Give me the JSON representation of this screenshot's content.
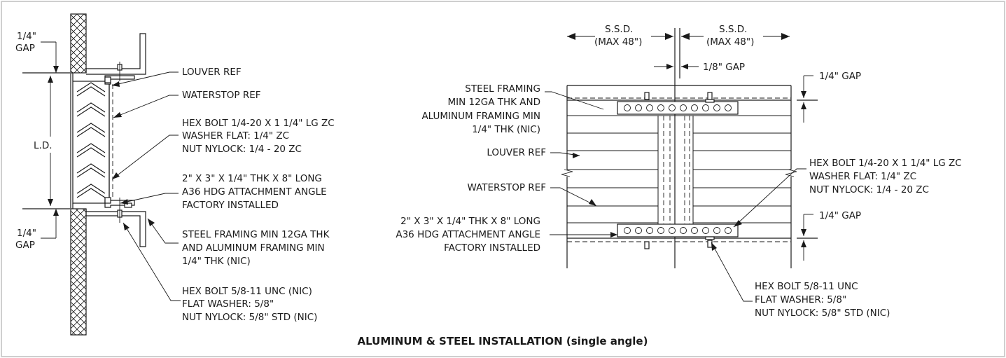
{
  "title": "ALUMINUM & STEEL INSTALLATION (single angle)",
  "left_detail": {
    "gap_top": [
      "1/4\"",
      "GAP"
    ],
    "gap_bottom": [
      "1/4\"",
      "GAP"
    ],
    "dim_ld": "L.D.",
    "callouts": {
      "louver_ref": "LOUVER REF",
      "waterstop_ref": "WATERSTOP REF",
      "hex_bolt_small": [
        "HEX BOLT 1/4-20 X 1 1/4\" LG ZC",
        "WASHER FLAT: 1/4\" ZC",
        "NUT NYLOCK: 1/4 - 20 ZC"
      ],
      "angle": [
        "2\" X 3\" X 1/4\" THK X 8\" LONG",
        "A36 HDG ATTACHMENT ANGLE",
        "FACTORY INSTALLED"
      ],
      "framing": [
        "STEEL FRAMING MIN 12GA THK",
        "AND ALUMINUM FRAMING MIN",
        "1/4\" THK (NIC)"
      ],
      "hex_bolt_large": [
        "HEX BOLT 5/8-11 UNC (NIC)",
        "FLAT WASHER: 5/8\"",
        "NUT NYLOCK: 5/8\" STD (NIC)"
      ]
    }
  },
  "right_detail": {
    "ssd_left": [
      "S.S.D.",
      "(MAX 48\")"
    ],
    "ssd_right": [
      "S.S.D.",
      "(MAX 48\")"
    ],
    "gap_center": "1/8\" GAP",
    "gap_top": "1/4\" GAP",
    "gap_bottom": "1/4\" GAP",
    "callouts": {
      "framing": [
        "STEEL FRAMING",
        "MIN 12GA THK AND",
        "ALUMINUM FRAMING MIN",
        "1/4\" THK (NIC)"
      ],
      "louver_ref": "LOUVER REF",
      "waterstop_ref": "WATERSTOP REF",
      "angle": [
        "2\" X 3\" X 1/4\" THK X 8\" LONG",
        "A36 HDG ATTACHMENT ANGLE",
        "FACTORY INSTALLED"
      ],
      "hex_bolt_small": [
        "HEX BOLT 1/4-20 X 1 1/4\" LG ZC",
        "WASHER FLAT: 1/4\" ZC",
        "NUT NYLOCK: 1/4 - 20 ZC"
      ],
      "hex_bolt_large": [
        "HEX BOLT 5/8-11 UNC",
        "FLAT WASHER: 5/8\"",
        "NUT NYLOCK: 5/8\" STD (NIC)"
      ]
    }
  },
  "colors": {
    "line": "#1a1a1a",
    "frame": "#cfcfcf",
    "background": "#ffffff"
  }
}
